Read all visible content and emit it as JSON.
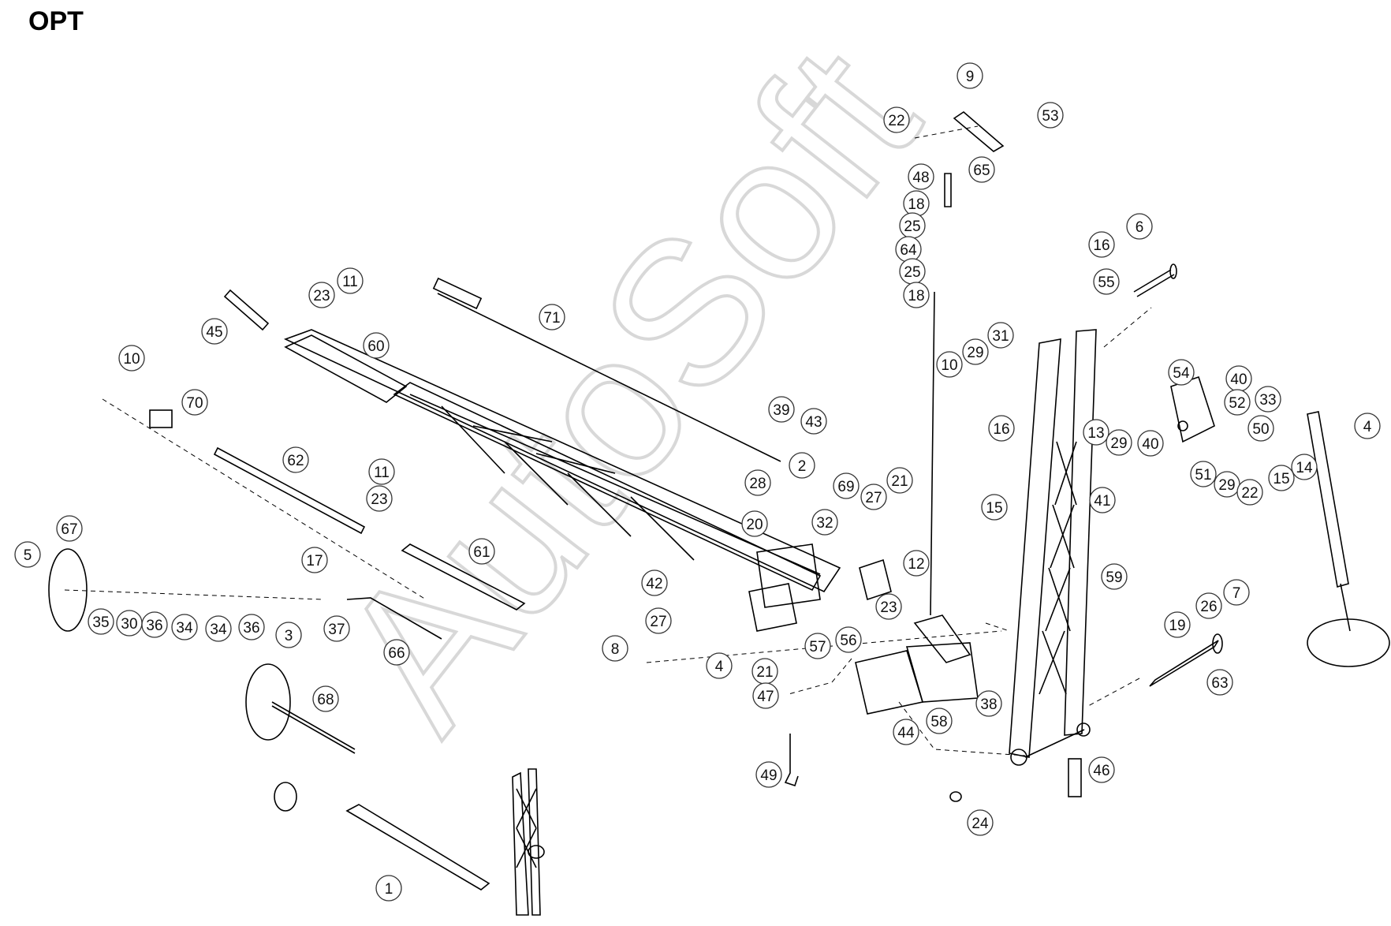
{
  "title": "OPT",
  "watermark": "AutoSoft",
  "colors": {
    "line": "#000000",
    "callout_stroke": "#333333",
    "watermark": "#d8d8d8"
  },
  "callouts": [
    {
      "id": "c1",
      "label": "9"
    },
    {
      "id": "c2",
      "label": "53"
    },
    {
      "id": "c3",
      "label": "22"
    },
    {
      "id": "c4",
      "label": "65"
    },
    {
      "id": "c5",
      "label": "48"
    },
    {
      "id": "c6",
      "label": "18"
    },
    {
      "id": "c7",
      "label": "25"
    },
    {
      "id": "c8",
      "label": "64"
    },
    {
      "id": "c9",
      "label": "25"
    },
    {
      "id": "c10",
      "label": "18"
    },
    {
      "id": "c11",
      "label": "6"
    },
    {
      "id": "c12",
      "label": "16"
    },
    {
      "id": "c13",
      "label": "55"
    },
    {
      "id": "c14",
      "label": "11"
    },
    {
      "id": "c15",
      "label": "23"
    },
    {
      "id": "c16",
      "label": "45"
    },
    {
      "id": "c17",
      "label": "60"
    },
    {
      "id": "c18",
      "label": "71"
    },
    {
      "id": "c19",
      "label": "31"
    },
    {
      "id": "c20",
      "label": "29"
    },
    {
      "id": "c21",
      "label": "10"
    },
    {
      "id": "c22",
      "label": "10"
    },
    {
      "id": "c23",
      "label": "70"
    },
    {
      "id": "c24",
      "label": "54"
    },
    {
      "id": "c25",
      "label": "40"
    },
    {
      "id": "c26",
      "label": "33"
    },
    {
      "id": "c27",
      "label": "52"
    },
    {
      "id": "c28",
      "label": "4"
    },
    {
      "id": "c29",
      "label": "39"
    },
    {
      "id": "c30",
      "label": "43"
    },
    {
      "id": "c31",
      "label": "16"
    },
    {
      "id": "c32",
      "label": "13"
    },
    {
      "id": "c33",
      "label": "29"
    },
    {
      "id": "c34",
      "label": "40"
    },
    {
      "id": "c35",
      "label": "50"
    },
    {
      "id": "c36",
      "label": "14"
    },
    {
      "id": "c37",
      "label": "15"
    },
    {
      "id": "c38",
      "label": "51"
    },
    {
      "id": "c39",
      "label": "29"
    },
    {
      "id": "c40",
      "label": "22"
    },
    {
      "id": "c41",
      "label": "62"
    },
    {
      "id": "c42",
      "label": "2"
    },
    {
      "id": "c43",
      "label": "11"
    },
    {
      "id": "c44",
      "label": "28"
    },
    {
      "id": "c45",
      "label": "69"
    },
    {
      "id": "c46",
      "label": "21"
    },
    {
      "id": "c47",
      "label": "27"
    },
    {
      "id": "c48",
      "label": "15"
    },
    {
      "id": "c49",
      "label": "23"
    },
    {
      "id": "c50",
      "label": "20"
    },
    {
      "id": "c51",
      "label": "32"
    },
    {
      "id": "c52",
      "label": "41"
    },
    {
      "id": "c53",
      "label": "67"
    },
    {
      "id": "c54",
      "label": "5"
    },
    {
      "id": "c55",
      "label": "61"
    },
    {
      "id": "c56",
      "label": "17"
    },
    {
      "id": "c57",
      "label": "42"
    },
    {
      "id": "c58",
      "label": "12"
    },
    {
      "id": "c59",
      "label": "59"
    },
    {
      "id": "c60",
      "label": "35"
    },
    {
      "id": "c61",
      "label": "30"
    },
    {
      "id": "c62",
      "label": "36"
    },
    {
      "id": "c63",
      "label": "34"
    },
    {
      "id": "c64",
      "label": "34"
    },
    {
      "id": "c65",
      "label": "36"
    },
    {
      "id": "c66",
      "label": "3"
    },
    {
      "id": "c67",
      "label": "37"
    },
    {
      "id": "c68",
      "label": "23"
    },
    {
      "id": "c69",
      "label": "7"
    },
    {
      "id": "c70",
      "label": "26"
    },
    {
      "id": "c71",
      "label": "19"
    },
    {
      "id": "c72",
      "label": "57"
    },
    {
      "id": "c73",
      "label": "56"
    },
    {
      "id": "c74",
      "label": "66"
    },
    {
      "id": "c75",
      "label": "8"
    },
    {
      "id": "c76",
      "label": "27"
    },
    {
      "id": "c77",
      "label": "4"
    },
    {
      "id": "c78",
      "label": "21"
    },
    {
      "id": "c79",
      "label": "47"
    },
    {
      "id": "c80",
      "label": "38"
    },
    {
      "id": "c81",
      "label": "63"
    },
    {
      "id": "c82",
      "label": "68"
    },
    {
      "id": "c83",
      "label": "44"
    },
    {
      "id": "c84",
      "label": "58"
    },
    {
      "id": "c85",
      "label": "49"
    },
    {
      "id": "c86",
      "label": "46"
    },
    {
      "id": "c87",
      "label": "24"
    },
    {
      "id": "c88",
      "label": "1"
    }
  ]
}
